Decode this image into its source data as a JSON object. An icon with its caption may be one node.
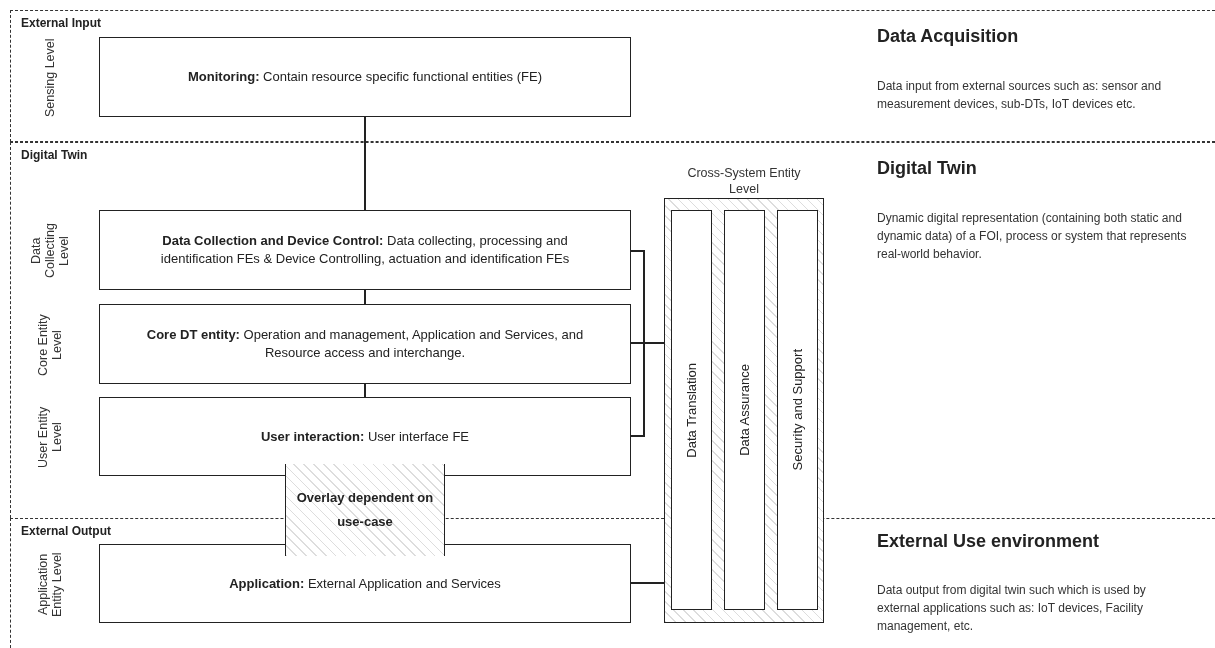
{
  "diagram": {
    "nodes": [
      {
        "text": [
          "External Input"
        ]
      },
      {
        "text": [
          "**Monitoring:** Contain resource specific functional entities (FE)"
        ],
        "in": 0,
        "beside": [
          "Sensing Level"
        ]
      },
      {
        "text": [
          "Digital Twin"
        ]
      },
      {
        "text": [
          "**Data Collection and Device Control:** Data collecting, processing and identification FEs & Device Controlling, actuation and identification FEs"
        ],
        "in": 2,
        "beside": [
          "Data Collecting Level"
        ]
      },
      {
        "text": [
          "**Core DT entity:** Operation and management, Application and Services, and Resource access and interchange."
        ],
        "in": 2,
        "beside": [
          "Core Entity Level"
        ]
      },
      {
        "text": [
          "**User interaction:** User interface FE"
        ],
        "in": 2,
        "beside": [
          "User Entity Level"
        ]
      },
      {
        "text": [],
        "shape": "box"
      },
      {
        "text": [
          "Data Translation"
        ],
        "in": 6
      },
      {
        "text": [
          "Data Assurance"
        ],
        "in": 6
      },
      {
        "text": [
          "Security and Support"
        ],
        "in": 6
      },
      {
        "text": [
          "Overlay dependent on use-case"
        ]
      },
      {
        "text": [
          "External Output"
        ]
      },
      {
        "text": [
          "**Application:** External Application and Services"
        ],
        "in": 11,
        "beside": [
          "Application Entity Level"
        ]
      }
    ],
    "edges": [
      {
        "from": 1,
        "to": 3,
        "arrow": "none"
      },
      {
        "from": 3,
        "to": 4,
        "arrow": "none"
      },
      {
        "from": 4,
        "to": 5,
        "arrow": "none"
      },
      {
        "from": 3,
        "to": 6,
        "arrow": "none"
      },
      {
        "from": 4,
        "to": 6,
        "arrow": "none"
      },
      {
        "from": 5,
        "to": 6,
        "arrow": "none"
      },
      {
        "from": 12,
        "to": 6,
        "arrow": "none"
      }
    ],
    "labels": [
      "Cross-System Entity Level",
      "Data Acquisition",
      "Data input from external sources such as: sensor and measurement devices, sub-DTs, IoT devices etc.",
      "Digital Twin",
      "Dynamic digital representation (containing both static and dynamic data) of a FOI, process or system that represents real-world behavior.",
      "External Use environment",
      "Data output from digital twin such which is used by external applications such as: IoT devices, Facility management, etc."
    ]
  }
}
